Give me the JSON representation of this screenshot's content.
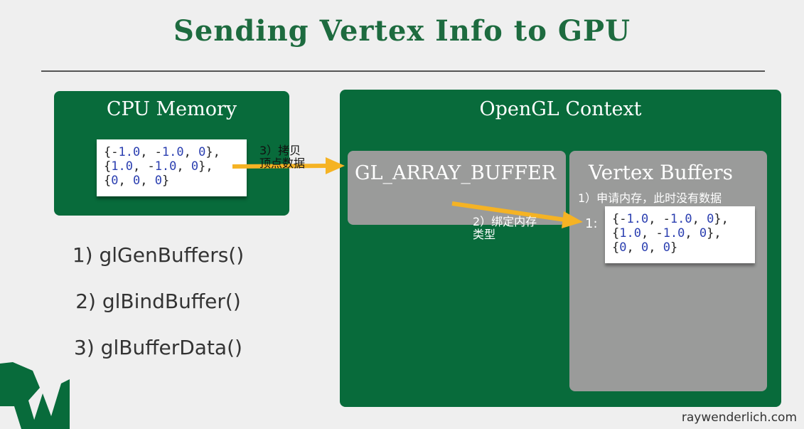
{
  "slide": {
    "title": "Sending Vertex Info to GPU",
    "watermark": "raywenderlich.com"
  },
  "cpu_memory": {
    "title": "CPU Memory",
    "code": [
      [
        {
          "t": "{-"
        },
        {
          "t": "1.0",
          "n": true
        },
        {
          "t": ", -"
        },
        {
          "t": "1.0",
          "n": true
        },
        {
          "t": ", "
        },
        {
          "t": "0",
          "n": true
        },
        {
          "t": "},"
        }
      ],
      [
        {
          "t": "{"
        },
        {
          "t": "1.0",
          "n": true
        },
        {
          "t": ", -"
        },
        {
          "t": "1.0",
          "n": true
        },
        {
          "t": ", "
        },
        {
          "t": "0",
          "n": true
        },
        {
          "t": "},"
        }
      ],
      [
        {
          "t": "{"
        },
        {
          "t": "0",
          "n": true
        },
        {
          "t": ", "
        },
        {
          "t": "0",
          "n": true
        },
        {
          "t": ", "
        },
        {
          "t": "0",
          "n": true
        },
        {
          "t": "}"
        }
      ]
    ]
  },
  "opengl_context": {
    "title": "OpenGL Context",
    "gl_array_buffer_label": "GL_ARRAY_BUFFER",
    "vertex_buffers": {
      "title": "Vertex Buffers",
      "index_label": "1:",
      "code": [
        [
          {
            "t": "{-"
          },
          {
            "t": "1.0",
            "n": true
          },
          {
            "t": ", -"
          },
          {
            "t": "1.0",
            "n": true
          },
          {
            "t": ", "
          },
          {
            "t": "0",
            "n": true
          },
          {
            "t": "},"
          }
        ],
        [
          {
            "t": "{"
          },
          {
            "t": "1.0",
            "n": true
          },
          {
            "t": ", -"
          },
          {
            "t": "1.0",
            "n": true
          },
          {
            "t": ", "
          },
          {
            "t": "0",
            "n": true
          },
          {
            "t": "},"
          }
        ],
        [
          {
            "t": "{"
          },
          {
            "t": "0",
            "n": true
          },
          {
            "t": ", "
          },
          {
            "t": "0",
            "n": true
          },
          {
            "t": ", "
          },
          {
            "t": "0",
            "n": true
          },
          {
            "t": "}"
          }
        ]
      ]
    }
  },
  "steps": [
    "1) glGenBuffers()",
    "2) glBindBuffer()",
    "3) glBufferData()"
  ],
  "annotations": {
    "copy_note": "3）拷贝\n顶点数据",
    "alloc_note": "1）申请内存，此时没有数据",
    "bind_note": "2）绑定内存\n类型"
  },
  "colors": {
    "panel_green": "#086b3b",
    "title_green": "#1d6b3f",
    "gray_box": "#9a9b9a",
    "arrow": "#f5b324",
    "code_number": "#2b3fb0"
  }
}
